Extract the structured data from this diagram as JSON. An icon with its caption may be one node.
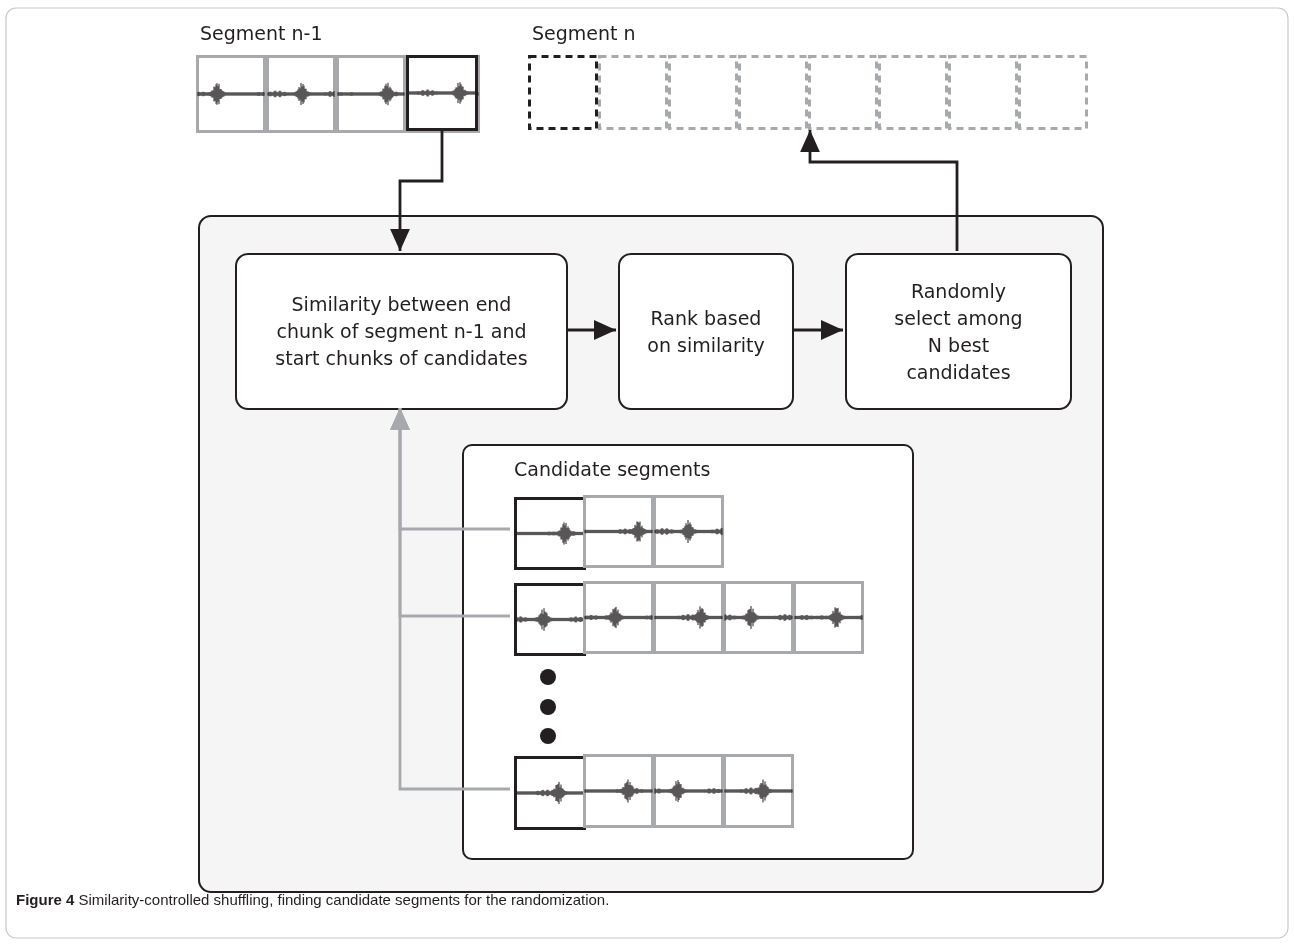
{
  "diagram": {
    "caption": "**Figure 4** Similarity-controlled shuffling, finding candidate segments for the randomization.",
    "nodes": [
      {
        "text": [
          "Segment n-1"
        ]
      },
      {
        "text": [],
        "shape": "box",
        "in": 0
      },
      {
        "text": [
          "Segment n"
        ]
      },
      {
        "text": [],
        "shape": "box"
      },
      {
        "text": [
          "Similarity between end chunk of segment n-1 and start chunks of candidates"
        ],
        "in": 3
      },
      {
        "text": [
          "Rank based on similarity"
        ],
        "in": 3
      },
      {
        "text": [
          "Randomly select among N best candidates"
        ],
        "in": 3
      },
      {
        "text": [
          "Candidate segments"
        ],
        "in": 3
      },
      {
        "text": [],
        "shape": "box",
        "in": 7
      },
      {
        "text": [],
        "shape": "box",
        "in": 7
      },
      {
        "text": [],
        "shape": "box",
        "in": 7
      }
    ],
    "edges": [
      {
        "from": 1,
        "to": 4,
        "arrow": "to"
      },
      {
        "from": 4,
        "to": 5,
        "arrow": "to"
      },
      {
        "from": 5,
        "to": 6,
        "arrow": "to"
      },
      {
        "from": 6,
        "to": 2,
        "arrow": "to"
      },
      {
        "from": 8,
        "to": 4,
        "arrow": "to",
        "color": "#a7a9ac"
      },
      {
        "from": 9,
        "to": 4,
        "arrow": "to",
        "color": "#a7a9ac"
      },
      {
        "from": 10,
        "to": 4,
        "arrow": "to",
        "color": "#a7a9ac"
      }
    ]
  }
}
